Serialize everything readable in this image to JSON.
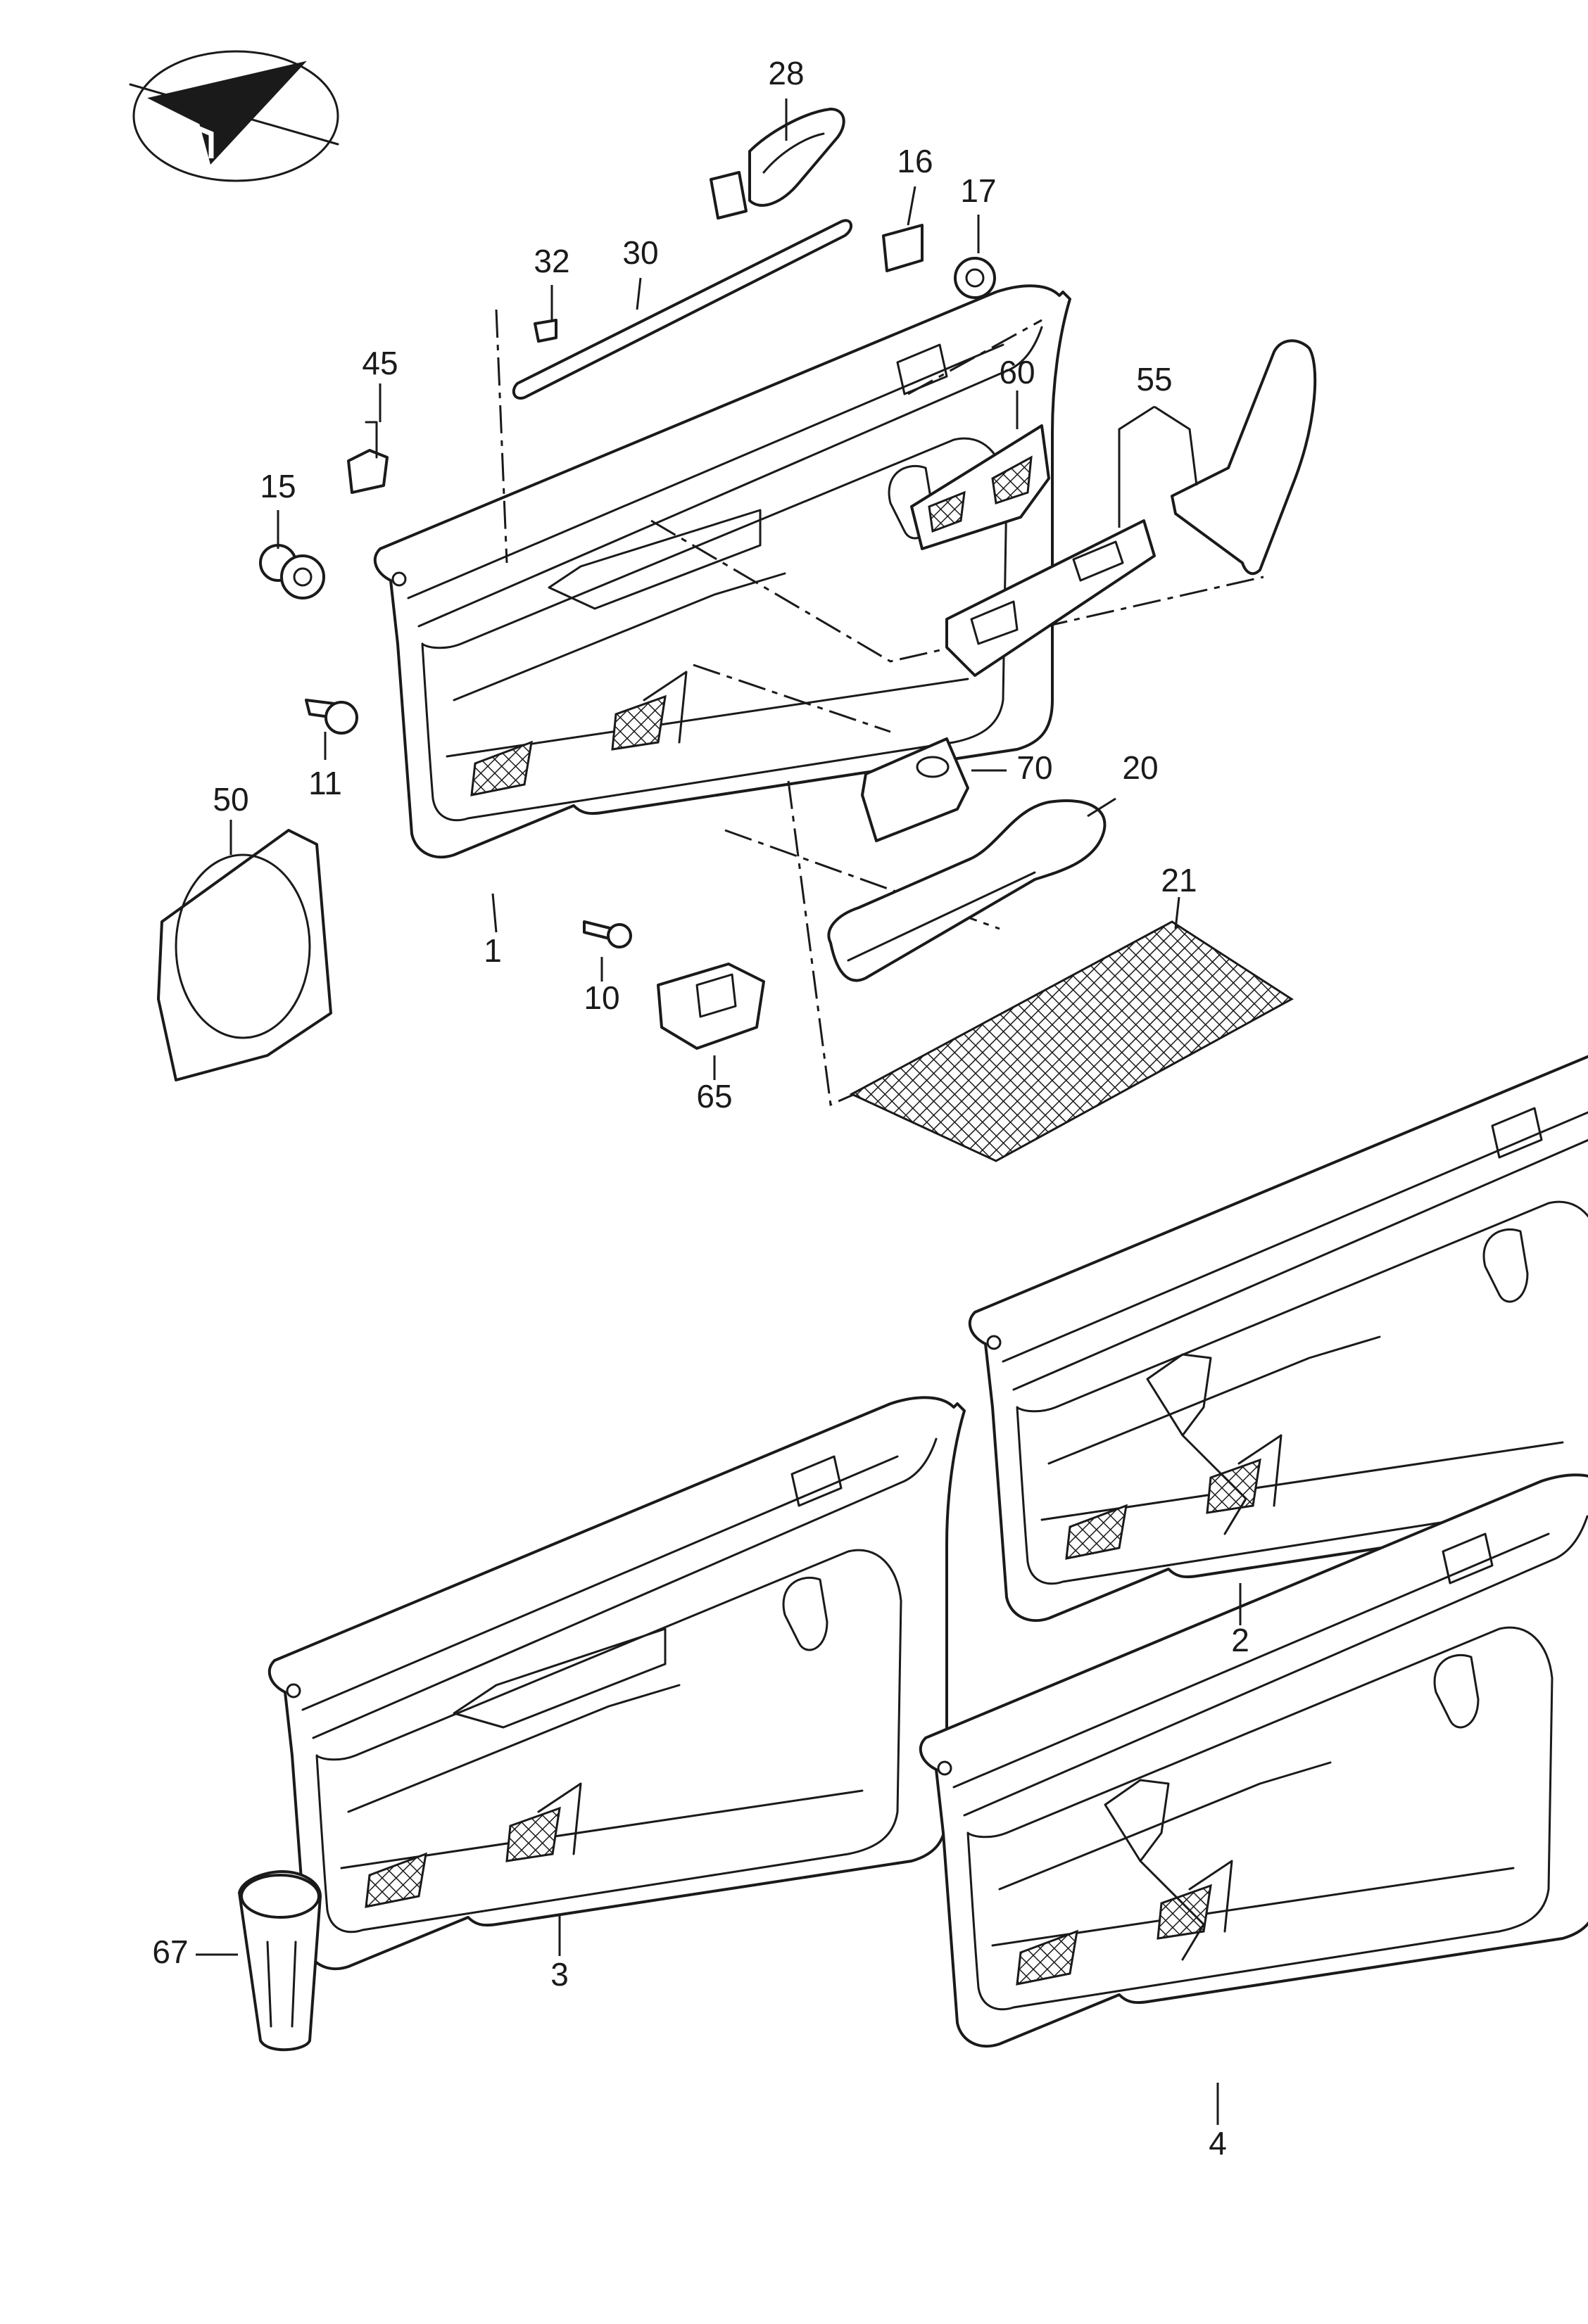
{
  "callouts": [
    {
      "key": "p28",
      "text": "28"
    },
    {
      "key": "p16",
      "text": "16"
    },
    {
      "key": "p17",
      "text": "17"
    },
    {
      "key": "p32",
      "text": "32"
    },
    {
      "key": "p30",
      "text": "30"
    },
    {
      "key": "p45",
      "text": "45"
    },
    {
      "key": "p60",
      "text": "60"
    },
    {
      "key": "p55",
      "text": "55"
    },
    {
      "key": "p15",
      "text": "15"
    },
    {
      "key": "p11",
      "text": "11"
    },
    {
      "key": "p50",
      "text": "50"
    },
    {
      "key": "p70",
      "text": "70"
    },
    {
      "key": "p20",
      "text": "20"
    },
    {
      "key": "p21",
      "text": "21"
    },
    {
      "key": "p1",
      "text": "1"
    },
    {
      "key": "p10",
      "text": "10"
    },
    {
      "key": "p65",
      "text": "65"
    },
    {
      "key": "p2",
      "text": "2"
    },
    {
      "key": "p3",
      "text": "3"
    },
    {
      "key": "p4",
      "text": "4"
    },
    {
      "key": "p67",
      "text": "67"
    }
  ],
  "icons": [
    "orientation-arrow-icon"
  ],
  "colors": {
    "line": "#1a1a1a",
    "background": "#ffffff"
  }
}
